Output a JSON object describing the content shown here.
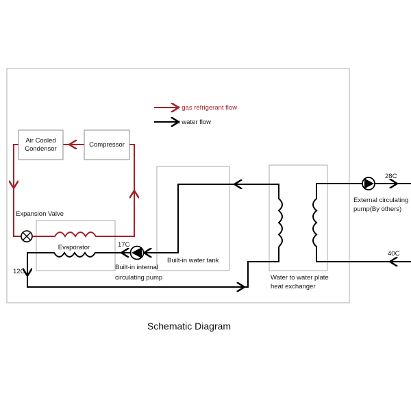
{
  "title": "Schematic Diagram",
  "legend": {
    "gas": ": gas refrigerant flow",
    "water": ": water flow"
  },
  "components": {
    "condensor": [
      "Air Cooled",
      "Condensor"
    ],
    "compressor": "Compressor",
    "expansion_valve": "Expansion Valve",
    "evaporator": "Evaporator",
    "internal_pump": [
      "Built-in internal",
      "circulating pump"
    ],
    "water_tank": "Built-in water tank",
    "heat_exchanger": [
      "Water to water plate",
      "heat exchanger"
    ],
    "external_pump": [
      "External circulating",
      "pump(By others)"
    ]
  },
  "temperatures": {
    "t17": "17C",
    "t12": "12C",
    "t28": "28C",
    "t40": "40C"
  },
  "colors": {
    "refrigerant": "#a3212a",
    "water": "#000000"
  }
}
